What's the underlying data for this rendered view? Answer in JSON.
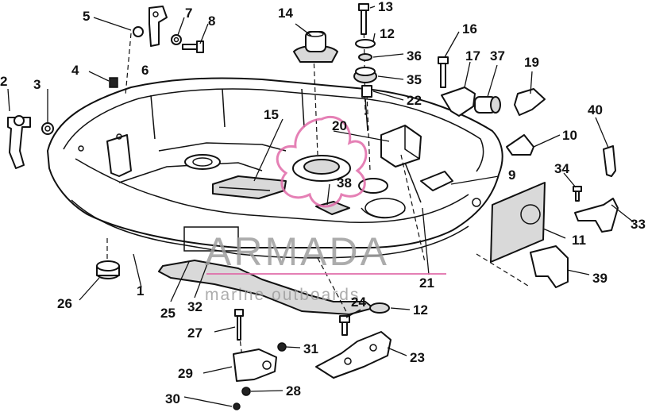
{
  "diagram": {
    "callouts": {
      "c1": "1",
      "c2": "2",
      "c3": "3",
      "c4": "4",
      "c5": "5",
      "c6": "6",
      "c7": "7",
      "c8": "8",
      "c9": "9",
      "c10": "10",
      "c11": "11",
      "c12a": "12",
      "c12b": "12",
      "c13": "13",
      "c14": "14",
      "c15": "15",
      "c16": "16",
      "c17": "17",
      "c19": "19",
      "c20": "20",
      "c21": "21",
      "c22": "22",
      "c23": "23",
      "c24": "24",
      "c25": "25",
      "c26": "26",
      "c27": "27",
      "c28": "28",
      "c29": "29",
      "c30": "30",
      "c31": "31",
      "c32": "32",
      "c33": "33",
      "c34": "34",
      "c35": "35",
      "c36": "36",
      "c37": "37",
      "c38": "38",
      "c39": "39",
      "c40": "40"
    },
    "watermark": {
      "brand": "ARMADA",
      "tagline": "marine outboards",
      "color": "#e06aa8"
    }
  }
}
